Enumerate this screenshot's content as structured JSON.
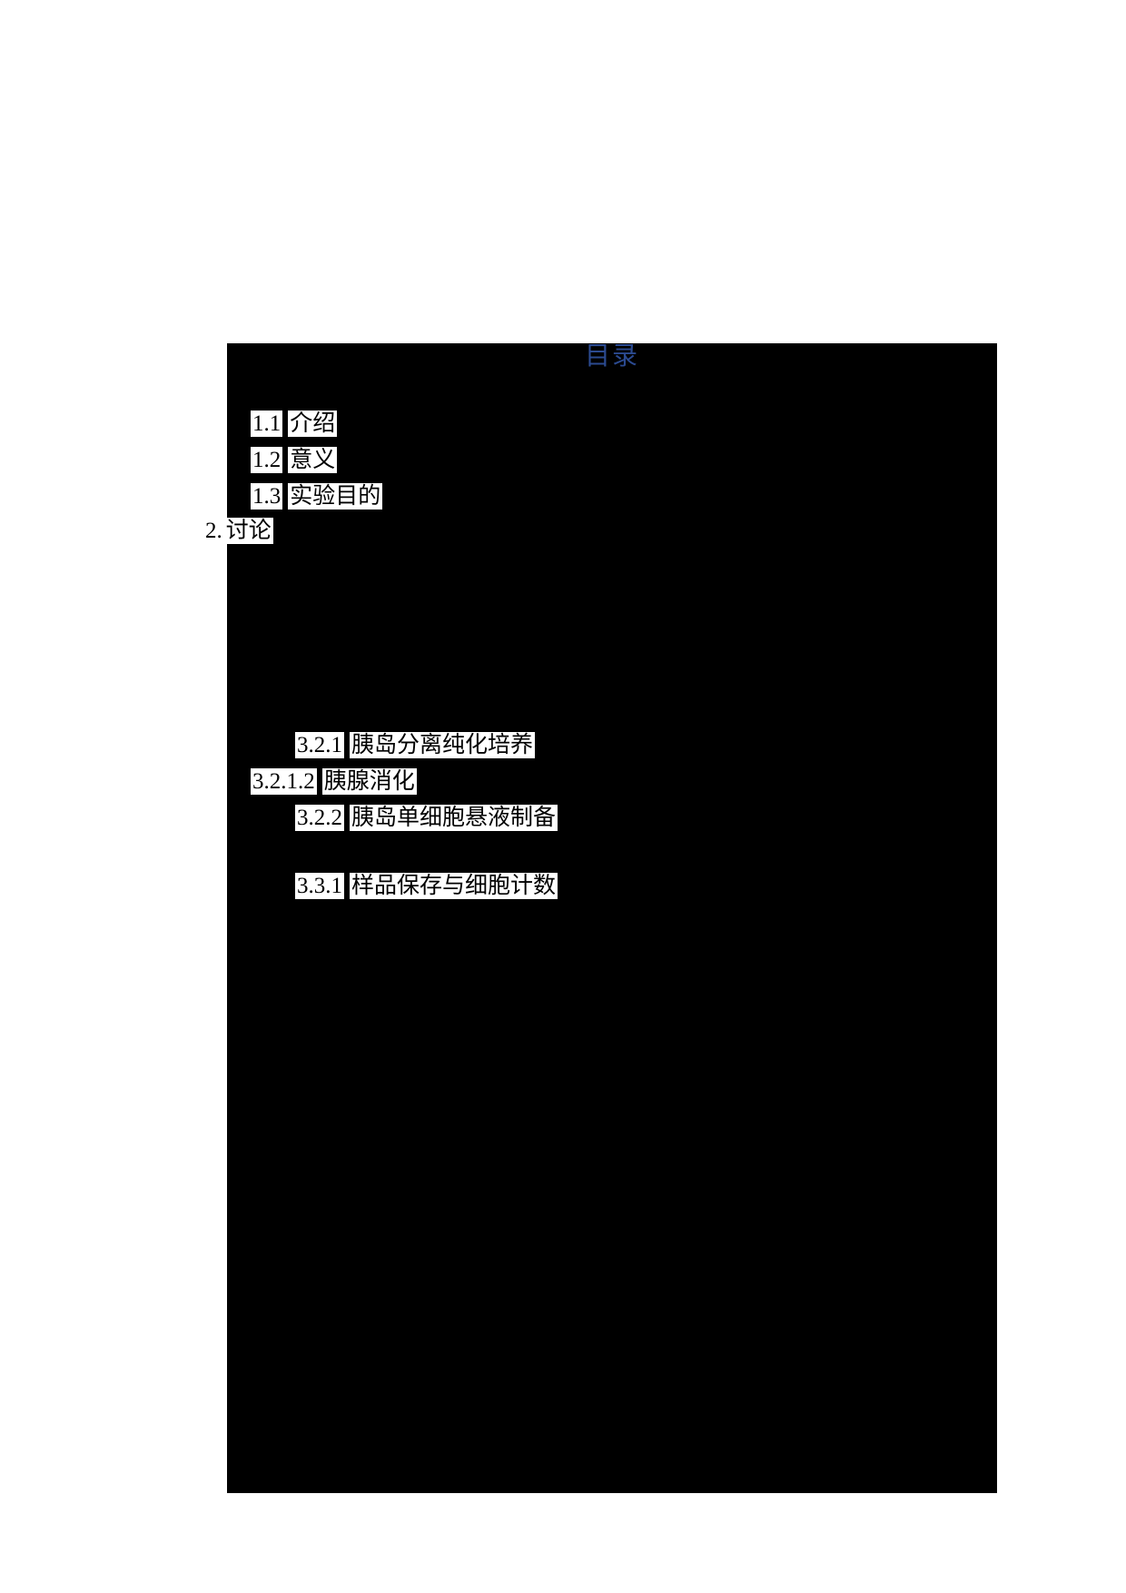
{
  "page": {
    "background_color": "#ffffff",
    "content_block_color": "#000000"
  },
  "toc": {
    "title": "目录",
    "title_color": "#2b4a90",
    "highlight_color": "#ffffff",
    "text_color": "#000000",
    "entries": [
      {
        "number": "1.1",
        "label": "介绍"
      },
      {
        "number": "1.2",
        "label": "意义"
      },
      {
        "number": "1.3",
        "label": "实验目的"
      },
      {
        "number": "2.",
        "label": "讨论"
      },
      {
        "number": "3.2.1",
        "label": "胰岛分离纯化培养"
      },
      {
        "number": "3.2.1.2",
        "label": "胰腺消化"
      },
      {
        "number": "3.2.2",
        "label": "胰岛单细胞悬液制备"
      },
      {
        "number": "3.3.1",
        "label": "样品保存与细胞计数"
      }
    ]
  }
}
